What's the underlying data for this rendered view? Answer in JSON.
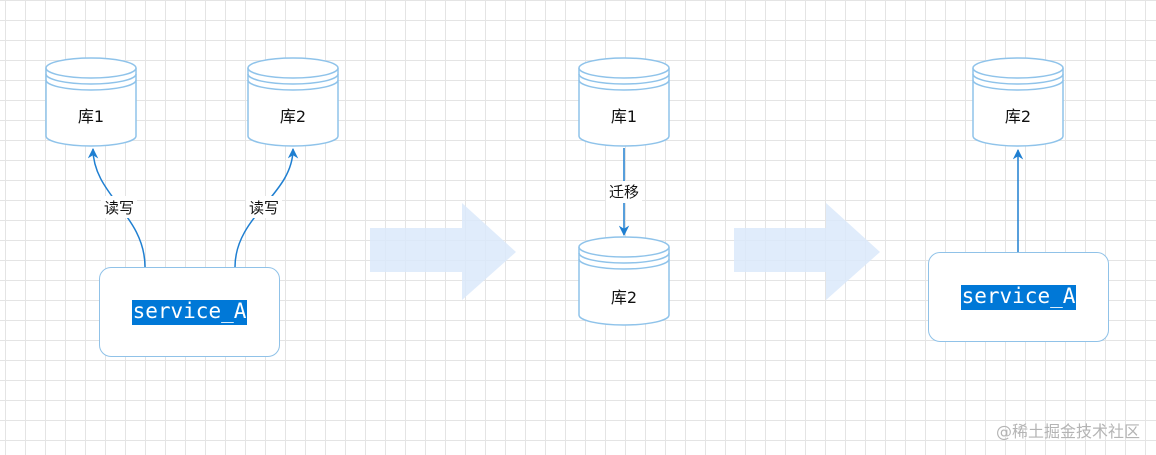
{
  "stages": [
    {
      "databases": [
        {
          "id": "s1-db1",
          "label": "库1"
        },
        {
          "id": "s1-db2",
          "label": "库2"
        }
      ],
      "edge_labels": [
        "读写",
        "读写"
      ],
      "service": {
        "label": "service_A"
      }
    },
    {
      "databases": [
        {
          "id": "s2-db1",
          "label": "库1"
        },
        {
          "id": "s2-db2",
          "label": "库2"
        }
      ],
      "edge_labels": [
        "迁移"
      ]
    },
    {
      "databases": [
        {
          "id": "s3-db2",
          "label": "库2"
        }
      ],
      "service": {
        "label": "service_A"
      }
    }
  ],
  "watermark": "@稀土掘金技术社区",
  "colors": {
    "db_stroke": "#8fc3ea",
    "arrow": "#1f7fd1",
    "service_text_bg": "#0078d7",
    "transition_arrow": "#dbe9fa"
  }
}
